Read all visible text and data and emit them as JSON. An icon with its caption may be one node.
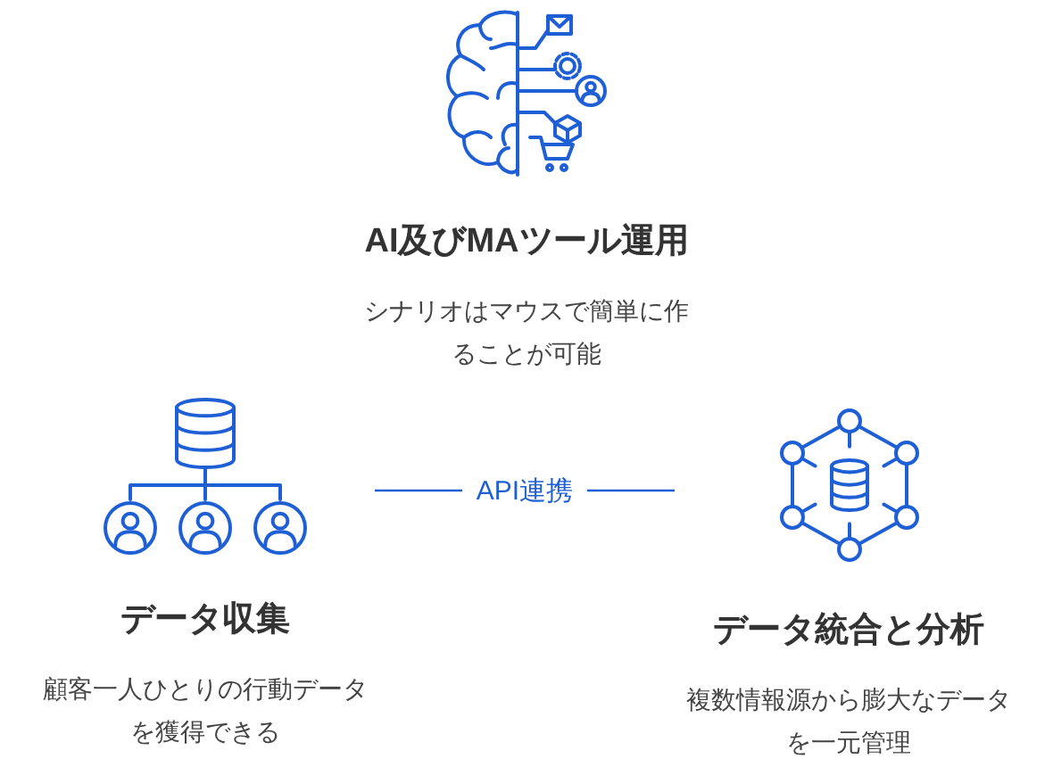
{
  "diagram": {
    "nodes": [
      {
        "text": [
          "AI及びMAツール運用",
          "シナリオはマウスで簡単に作ることが可能"
        ]
      },
      {
        "text": [
          "データ収集",
          "顧客一人ひとりの行動データを獲得できる"
        ]
      },
      {
        "text": [
          "データ統合と分析",
          "複数情報源から膨大なデータを一元管理"
        ]
      }
    ],
    "edges": [
      {
        "from": 1,
        "to": 2,
        "arrow": "none",
        "label": "API連携"
      }
    ]
  }
}
